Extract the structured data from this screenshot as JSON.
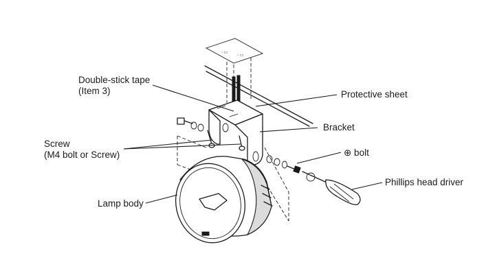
{
  "diagram": {
    "labels": {
      "double_stick_tape_line1": "Double-stick tape",
      "double_stick_tape_line2": "(Item 3)",
      "protective_sheet": "Protective sheet",
      "bracket": "Bracket",
      "screw_line1": "Screw",
      "screw_line2": "(M4 bolt or Screw)",
      "plus_bolt": "⊕ bolt",
      "phillips_head_driver": "Phillips head driver",
      "lamp_body": "Lamp body"
    },
    "colors": {
      "ink": "#1a1a1a",
      "background": "#ffffff",
      "shade": "#dcdcdc"
    }
  }
}
